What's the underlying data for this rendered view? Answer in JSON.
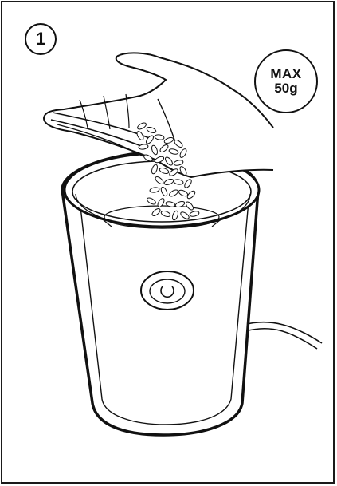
{
  "step": {
    "number": "1"
  },
  "capacity": {
    "line1": "MAX",
    "line2": "50g"
  },
  "icons": {
    "power": "power-icon",
    "hand": "hand-icon",
    "seeds": "seeds-icon",
    "grinder": "grinder-icon"
  },
  "colors": {
    "line": "#111111",
    "background": "#ffffff"
  }
}
